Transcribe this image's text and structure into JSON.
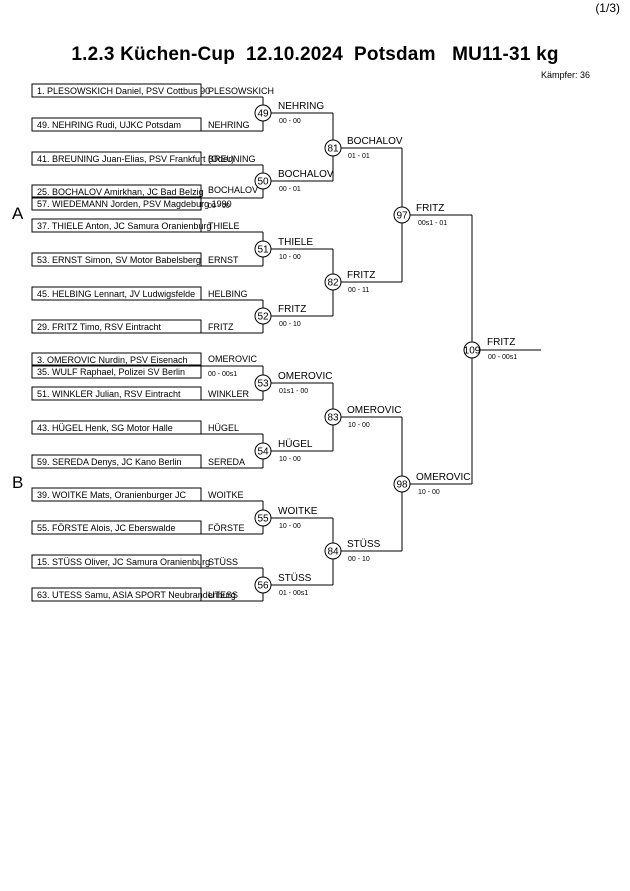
{
  "page_indicator": "(1/3)",
  "title": "1.2.3 Küchen-Cup  12.10.2024  Potsdam   MU11-31 kg",
  "fighter_count": "Kämpfer: 36",
  "pools": [
    "A",
    "B"
  ],
  "entries": [
    {
      "text": "1. PLESOWSKICH Daniel, PSV Cottbus 90",
      "short": "PLESOWSKICH"
    },
    {
      "text": "49. NEHRING Rudi, UJKC Potsdam",
      "short": "NEHRING"
    },
    {
      "text": "41. BREUNING Juan-Elias, PSV Frankfurt (Oder)",
      "short": "BREUNING"
    },
    {
      "text": "25. BOCHALOV Amirkhan, JC Bad Belzig",
      "short": "BOCHALOV"
    },
    {
      "text": "57. WIEDEMANN Jorden, PSV Magdeburg 1990",
      "short": ""
    },
    {
      "text": "37. THIELE Anton, JC Samura Oranienburg",
      "short": "THIELE"
    },
    {
      "text": "53. ERNST Simon, SV Motor Babelsberg",
      "short": "ERNST"
    },
    {
      "text": "45. HELBING Lennart, JV Ludwigsfelde",
      "short": "HELBING"
    },
    {
      "text": "29. FRITZ Timo, RSV Eintracht",
      "short": "FRITZ"
    },
    {
      "text": "3. OMEROVIC Nurdin, PSV Eisenach",
      "short": "OMEROVIC"
    },
    {
      "text": "35. WULF Raphael, Polizei SV Berlin",
      "short": ""
    },
    {
      "text": "51. WINKLER Julian, RSV Eintracht",
      "short": "WINKLER"
    },
    {
      "text": "43. HÜGEL Henk, SG Motor Halle",
      "short": "HÜGEL"
    },
    {
      "text": "59. SEREDA Denys, JC Kano Berlin",
      "short": "SEREDA"
    },
    {
      "text": "39. WOITKE Mats, Oranienburger JC",
      "short": "WOITKE"
    },
    {
      "text": "55. FÖRSTE Alois, JC Eberswalde",
      "short": "FÖRSTE"
    },
    {
      "text": "15. STÜSS Oliver, JC Samura Oranienburg",
      "short": "STÜSS"
    },
    {
      "text": "63. UTESS Samu, ASIA SPORT Neubrandenburg",
      "short": "UTESS"
    }
  ],
  "pre_round": [
    {
      "number": "",
      "winner": "BOCHALOV",
      "score": "00 - 00"
    },
    {
      "number": "",
      "winner": "OMEROVIC",
      "score": "00 - 00s1"
    }
  ],
  "round1": [
    {
      "number": "49",
      "winner": "NEHRING",
      "score": "00 - 00"
    },
    {
      "number": "50",
      "winner": "BOCHALOV",
      "score": "00 - 01"
    },
    {
      "number": "51",
      "winner": "THIELE",
      "score": "10 - 00"
    },
    {
      "number": "52",
      "winner": "FRITZ",
      "score": "00 - 10"
    },
    {
      "number": "53",
      "winner": "OMEROVIC",
      "score": "01s1 - 00"
    },
    {
      "number": "54",
      "winner": "HÜGEL",
      "score": "10 - 00"
    },
    {
      "number": "55",
      "winner": "WOITKE",
      "score": "10 - 00"
    },
    {
      "number": "56",
      "winner": "STÜSS",
      "score": "01 - 00s1"
    }
  ],
  "round2": [
    {
      "number": "81",
      "winner": "BOCHALOV",
      "score": "01 - 01"
    },
    {
      "number": "82",
      "winner": "FRITZ",
      "score": "00 - 11"
    },
    {
      "number": "83",
      "winner": "OMEROVIC",
      "score": "10 - 00"
    },
    {
      "number": "84",
      "winner": "STÜSS",
      "score": "00 - 10"
    }
  ],
  "round3": [
    {
      "number": "97",
      "winner": "FRITZ",
      "score": "00s1 - 01"
    },
    {
      "number": "98",
      "winner": "OMEROVIC",
      "score": "10 - 00"
    }
  ],
  "final": {
    "number": "109",
    "winner": "FRITZ",
    "score": "00 - 00s1"
  }
}
